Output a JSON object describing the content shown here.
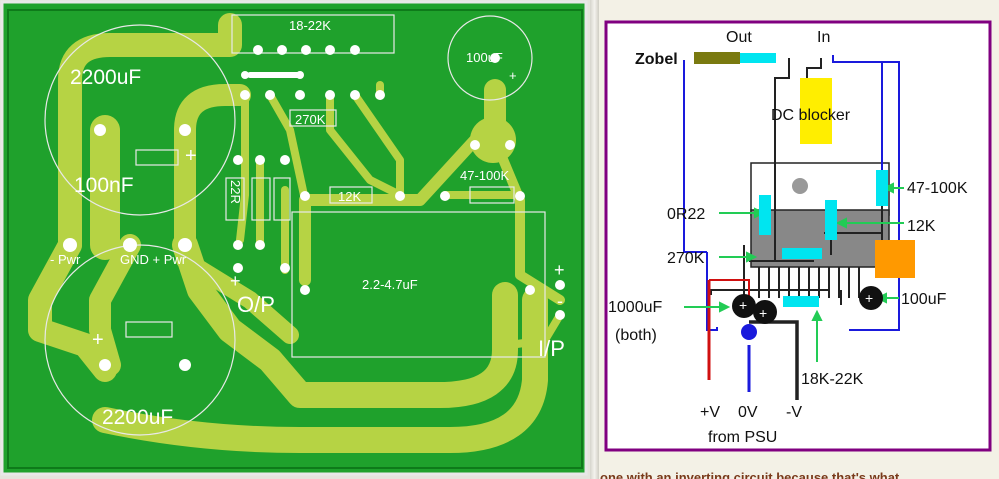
{
  "pcb": {
    "colors": {
      "board": "#1fa12c",
      "trace": "#b6d344",
      "pad": "#ffffff",
      "outline": "#e8e8e8"
    },
    "labels": {
      "cap_top": "2200uF",
      "cap_bottom": "2200uF",
      "cap_100nf": "100nF",
      "cap_100uf": "100uF",
      "res_18_22k": "18-22K",
      "res_270k": "270K",
      "res_12k": "12K",
      "res_47_100k": "47-100K",
      "res_22r": "22R",
      "cap_2_2_4_7uf": "2.2-4.7uF",
      "neg_pwr": "- Pwr",
      "gnd_pos_pwr": "GND + Pwr",
      "op": "O/P",
      "ip": "I/P",
      "plus": "+",
      "minus": "-"
    }
  },
  "schematic": {
    "colors": {
      "frame": "#800080",
      "blue": "#1a1adc",
      "red": "#d01010",
      "cyan": "#00e5f0",
      "yellow": "#ffee00",
      "orange": "#ff9900",
      "green": "#22cc55",
      "olive": "#7a7a10"
    },
    "labels": {
      "out": "Out",
      "in": "In",
      "zobel": "Zobel",
      "dc_blocker": "DC blocker",
      "r_47_100k": "47-100K",
      "r_0r22": "0R22",
      "r_12k": "12K",
      "r_270k": "270K",
      "c_1000uf": "1000uF",
      "both": "(both)",
      "c_100uf": "100uF",
      "r_18k_22k": "18K-22K",
      "pos_v": "+V",
      "zero_v": "0V",
      "neg_v": "-V",
      "from_psu": "from PSU"
    }
  },
  "caption": "one with an inverting circuit because that's what"
}
